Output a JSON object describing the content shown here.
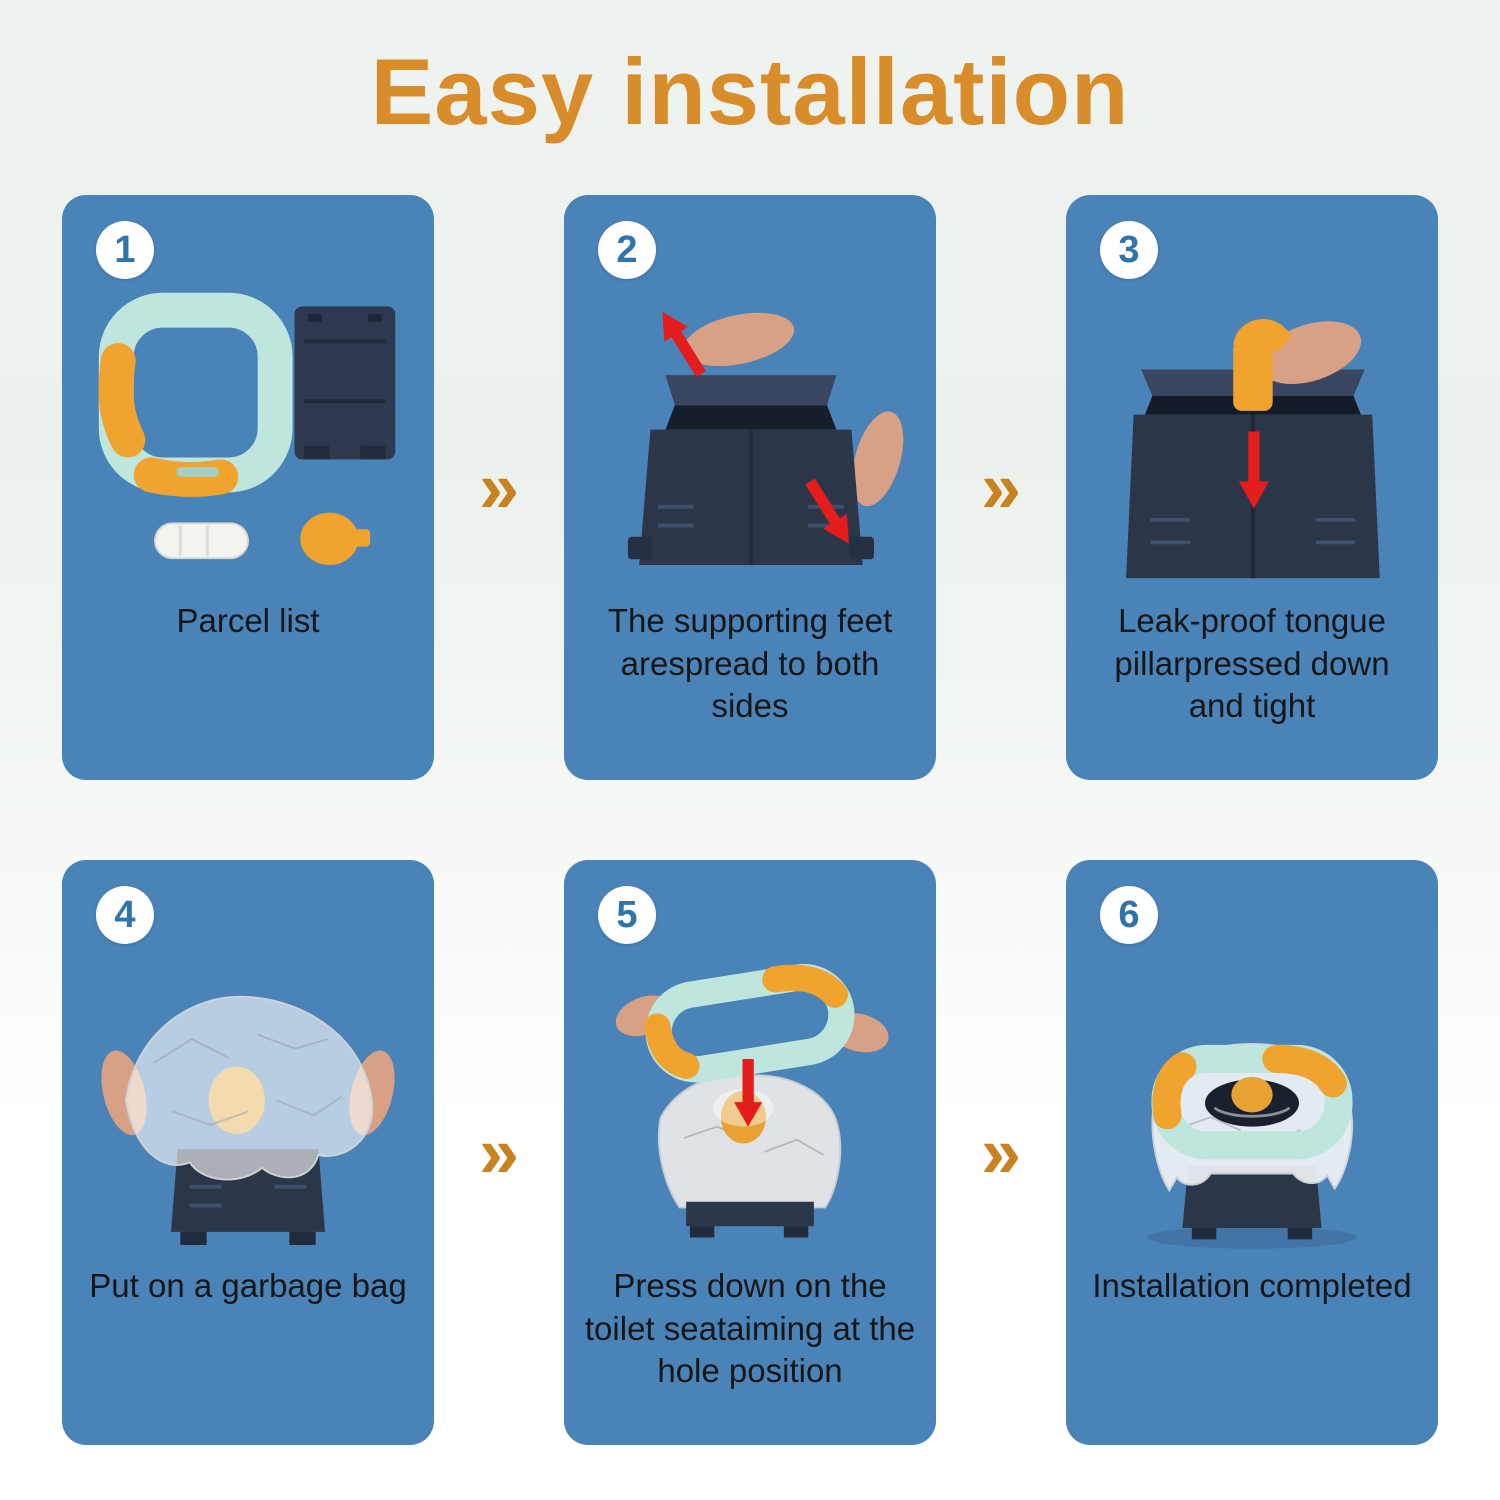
{
  "page": {
    "title": "Easy installation"
  },
  "steps": [
    {
      "number": "1",
      "caption": "Parcel list"
    },
    {
      "number": "2",
      "caption": "The supporting feet arespread to both sides"
    },
    {
      "number": "3",
      "caption": "Leak-proof tongue pillarpressed down and tight"
    },
    {
      "number": "4",
      "caption": "Put on a garbage bag"
    },
    {
      "number": "5",
      "caption": "Press down on the toilet seataiming at the hole position"
    },
    {
      "number": "6",
      "caption": "Installation completed"
    }
  ],
  "arrow": {
    "glyph": "»"
  },
  "colors": {
    "title_orange": "#d98c2a",
    "arrow_orange": "#c8821f",
    "card_blue": "#4a83b8",
    "number_blue": "#2f74aa",
    "product_navy": "#2b3649",
    "seat_mint": "#bfe6dd",
    "grip_yellow": "#f0a32e",
    "warning_red": "#e41c1c"
  }
}
